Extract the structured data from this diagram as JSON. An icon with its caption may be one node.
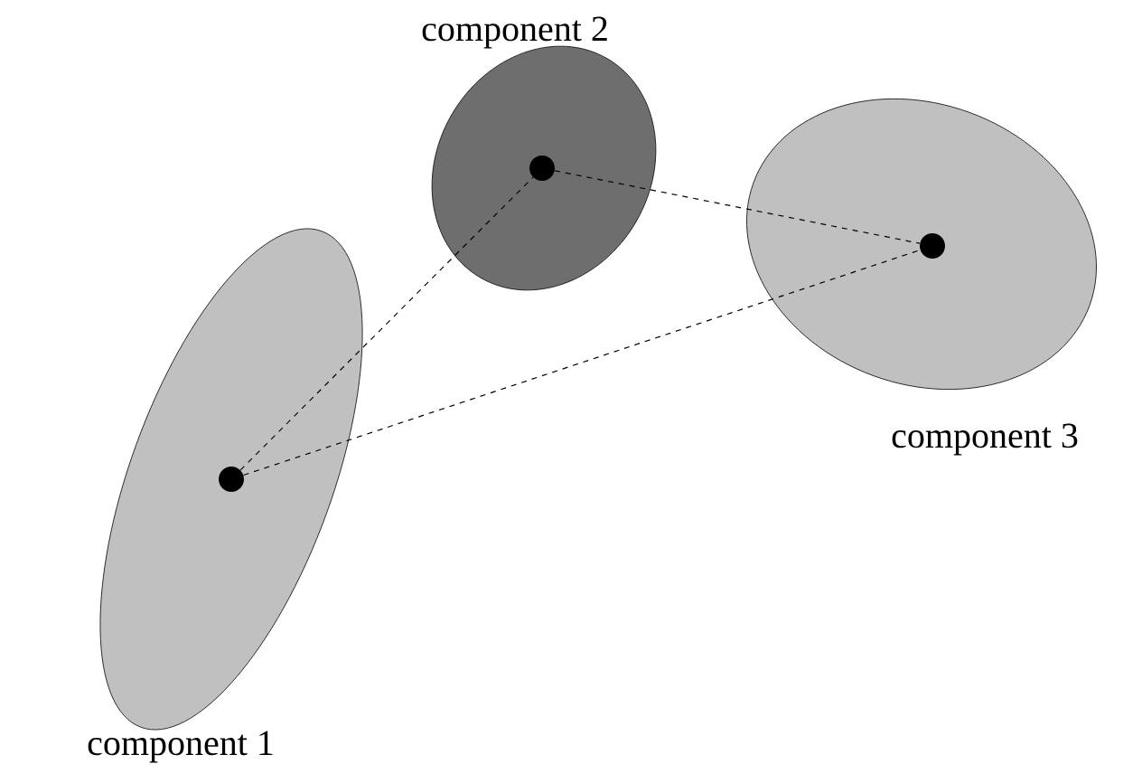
{
  "diagram": {
    "nodes": [
      {
        "text": [
          "component 1"
        ]
      },
      {
        "text": [],
        "shape": "circle",
        "in": 0
      },
      {
        "text": [
          "component 2"
        ]
      },
      {
        "text": [],
        "shape": "circle",
        "in": 2
      },
      {
        "text": [
          "component 3"
        ]
      },
      {
        "text": [],
        "shape": "circle",
        "in": 4
      }
    ],
    "edges": [
      {
        "from": 1,
        "to": 3,
        "arrow": "none",
        "style": "dashed"
      },
      {
        "from": 3,
        "to": 5,
        "arrow": "none",
        "style": "dashed"
      },
      {
        "from": 1,
        "to": 5,
        "arrow": "none",
        "style": "dashed"
      }
    ]
  }
}
